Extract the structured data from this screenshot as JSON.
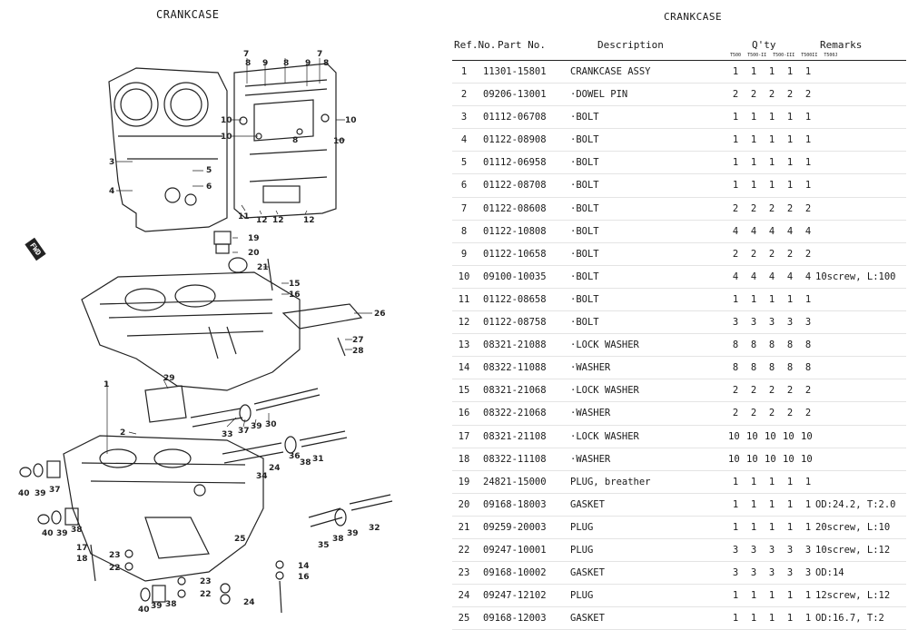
{
  "diagram": {
    "title": "CRANKCASE",
    "fwd_mark": "FWD",
    "callouts": [
      "7",
      "8",
      "9",
      "8",
      "9",
      "7",
      "8",
      "8",
      "10",
      "10",
      "10",
      "10",
      "3",
      "5",
      "4",
      "6",
      "11",
      "12",
      "12",
      "12",
      "19",
      "20",
      "21",
      "15",
      "16",
      "26",
      "27",
      "28",
      "1",
      "29",
      "2",
      "33",
      "37",
      "39",
      "30",
      "36",
      "38",
      "31",
      "24",
      "34",
      "40",
      "39",
      "37",
      "40",
      "39",
      "38",
      "17",
      "18",
      "23",
      "22",
      "25",
      "35",
      "38",
      "39",
      "32",
      "23",
      "22",
      "14",
      "16",
      "40",
      "39",
      "38",
      "24"
    ]
  },
  "table": {
    "title": "CRANKCASE",
    "headers": {
      "ref": "Ref.No.",
      "part": "Part  No.",
      "description": "Description",
      "qty": "Q'ty",
      "remarks": "Remarks",
      "models": [
        "T500",
        "T500-II",
        "T500-III",
        "T500II",
        "T500J"
      ]
    },
    "rows": [
      {
        "ref": "1",
        "part": "11301-15801",
        "desc": "CRANKCASE ASSY",
        "q": [
          "1",
          "1",
          "1",
          "1",
          "1"
        ],
        "remarks": ""
      },
      {
        "ref": "2",
        "part": "09206-13001",
        "desc": "·DOWEL PIN",
        "q": [
          "2",
          "2",
          "2",
          "2",
          "2"
        ],
        "remarks": ""
      },
      {
        "ref": "3",
        "part": "01112-06708",
        "desc": "·BOLT",
        "q": [
          "1",
          "1",
          "1",
          "1",
          "1"
        ],
        "remarks": ""
      },
      {
        "ref": "4",
        "part": "01122-08908",
        "desc": "·BOLT",
        "q": [
          "1",
          "1",
          "1",
          "1",
          "1"
        ],
        "remarks": ""
      },
      {
        "ref": "5",
        "part": "01112-06958",
        "desc": "·BOLT",
        "q": [
          "1",
          "1",
          "1",
          "1",
          "1"
        ],
        "remarks": ""
      },
      {
        "ref": "6",
        "part": "01122-08708",
        "desc": "·BOLT",
        "q": [
          "1",
          "1",
          "1",
          "1",
          "1"
        ],
        "remarks": ""
      },
      {
        "ref": "7",
        "part": "01122-08608",
        "desc": "·BOLT",
        "q": [
          "2",
          "2",
          "2",
          "2",
          "2"
        ],
        "remarks": ""
      },
      {
        "ref": "8",
        "part": "01122-10808",
        "desc": "·BOLT",
        "q": [
          "4",
          "4",
          "4",
          "4",
          "4"
        ],
        "remarks": ""
      },
      {
        "ref": "9",
        "part": "01122-10658",
        "desc": "·BOLT",
        "q": [
          "2",
          "2",
          "2",
          "2",
          "2"
        ],
        "remarks": ""
      },
      {
        "ref": "10",
        "part": "09100-10035",
        "desc": "·BOLT",
        "q": [
          "4",
          "4",
          "4",
          "4",
          "4"
        ],
        "remarks": "10screw, L:100"
      },
      {
        "ref": "11",
        "part": "01122-08658",
        "desc": "·BOLT",
        "q": [
          "1",
          "1",
          "1",
          "1",
          "1"
        ],
        "remarks": ""
      },
      {
        "ref": "12",
        "part": "01122-08758",
        "desc": "·BOLT",
        "q": [
          "3",
          "3",
          "3",
          "3",
          "3"
        ],
        "remarks": ""
      },
      {
        "ref": "13",
        "part": "08321-21088",
        "desc": "·LOCK WASHER",
        "q": [
          "8",
          "8",
          "8",
          "8",
          "8"
        ],
        "remarks": ""
      },
      {
        "ref": "14",
        "part": "08322-11088",
        "desc": "·WASHER",
        "q": [
          "8",
          "8",
          "8",
          "8",
          "8"
        ],
        "remarks": ""
      },
      {
        "ref": "15",
        "part": "08321-21068",
        "desc": "·LOCK WASHER",
        "q": [
          "2",
          "2",
          "2",
          "2",
          "2"
        ],
        "remarks": ""
      },
      {
        "ref": "16",
        "part": "08322-21068",
        "desc": "·WASHER",
        "q": [
          "2",
          "2",
          "2",
          "2",
          "2"
        ],
        "remarks": ""
      },
      {
        "ref": "17",
        "part": "08321-21108",
        "desc": "·LOCK WASHER",
        "q": [
          "10",
          "10",
          "10",
          "10",
          "10"
        ],
        "remarks": ""
      },
      {
        "ref": "18",
        "part": "08322-11108",
        "desc": "·WASHER",
        "q": [
          "10",
          "10",
          "10",
          "10",
          "10"
        ],
        "remarks": ""
      },
      {
        "ref": "19",
        "part": "24821-15000",
        "desc": "PLUG, breather",
        "q": [
          "1",
          "1",
          "1",
          "1",
          "1"
        ],
        "remarks": ""
      },
      {
        "ref": "20",
        "part": "09168-18003",
        "desc": "GASKET",
        "q": [
          "1",
          "1",
          "1",
          "1",
          "1"
        ],
        "remarks": "OD:24.2, T:2.0"
      },
      {
        "ref": "21",
        "part": "09259-20003",
        "desc": "PLUG",
        "q": [
          "1",
          "1",
          "1",
          "1",
          "1"
        ],
        "remarks": "20screw, L:10"
      },
      {
        "ref": "22",
        "part": "09247-10001",
        "desc": "PLUG",
        "q": [
          "3",
          "3",
          "3",
          "3",
          "3"
        ],
        "remarks": "10screw, L:12"
      },
      {
        "ref": "23",
        "part": "09168-10002",
        "desc": "GASKET",
        "q": [
          "3",
          "3",
          "3",
          "3",
          "3"
        ],
        "remarks": "OD:14"
      },
      {
        "ref": "24",
        "part": "09247-12102",
        "desc": "PLUG",
        "q": [
          "1",
          "1",
          "1",
          "1",
          "1"
        ],
        "remarks": "12screw, L:12"
      },
      {
        "ref": "25",
        "part": "09168-12003",
        "desc": "GASKET",
        "q": [
          "1",
          "1",
          "1",
          "1",
          "1"
        ],
        "remarks": "OD:16.7, T:2"
      }
    ]
  }
}
